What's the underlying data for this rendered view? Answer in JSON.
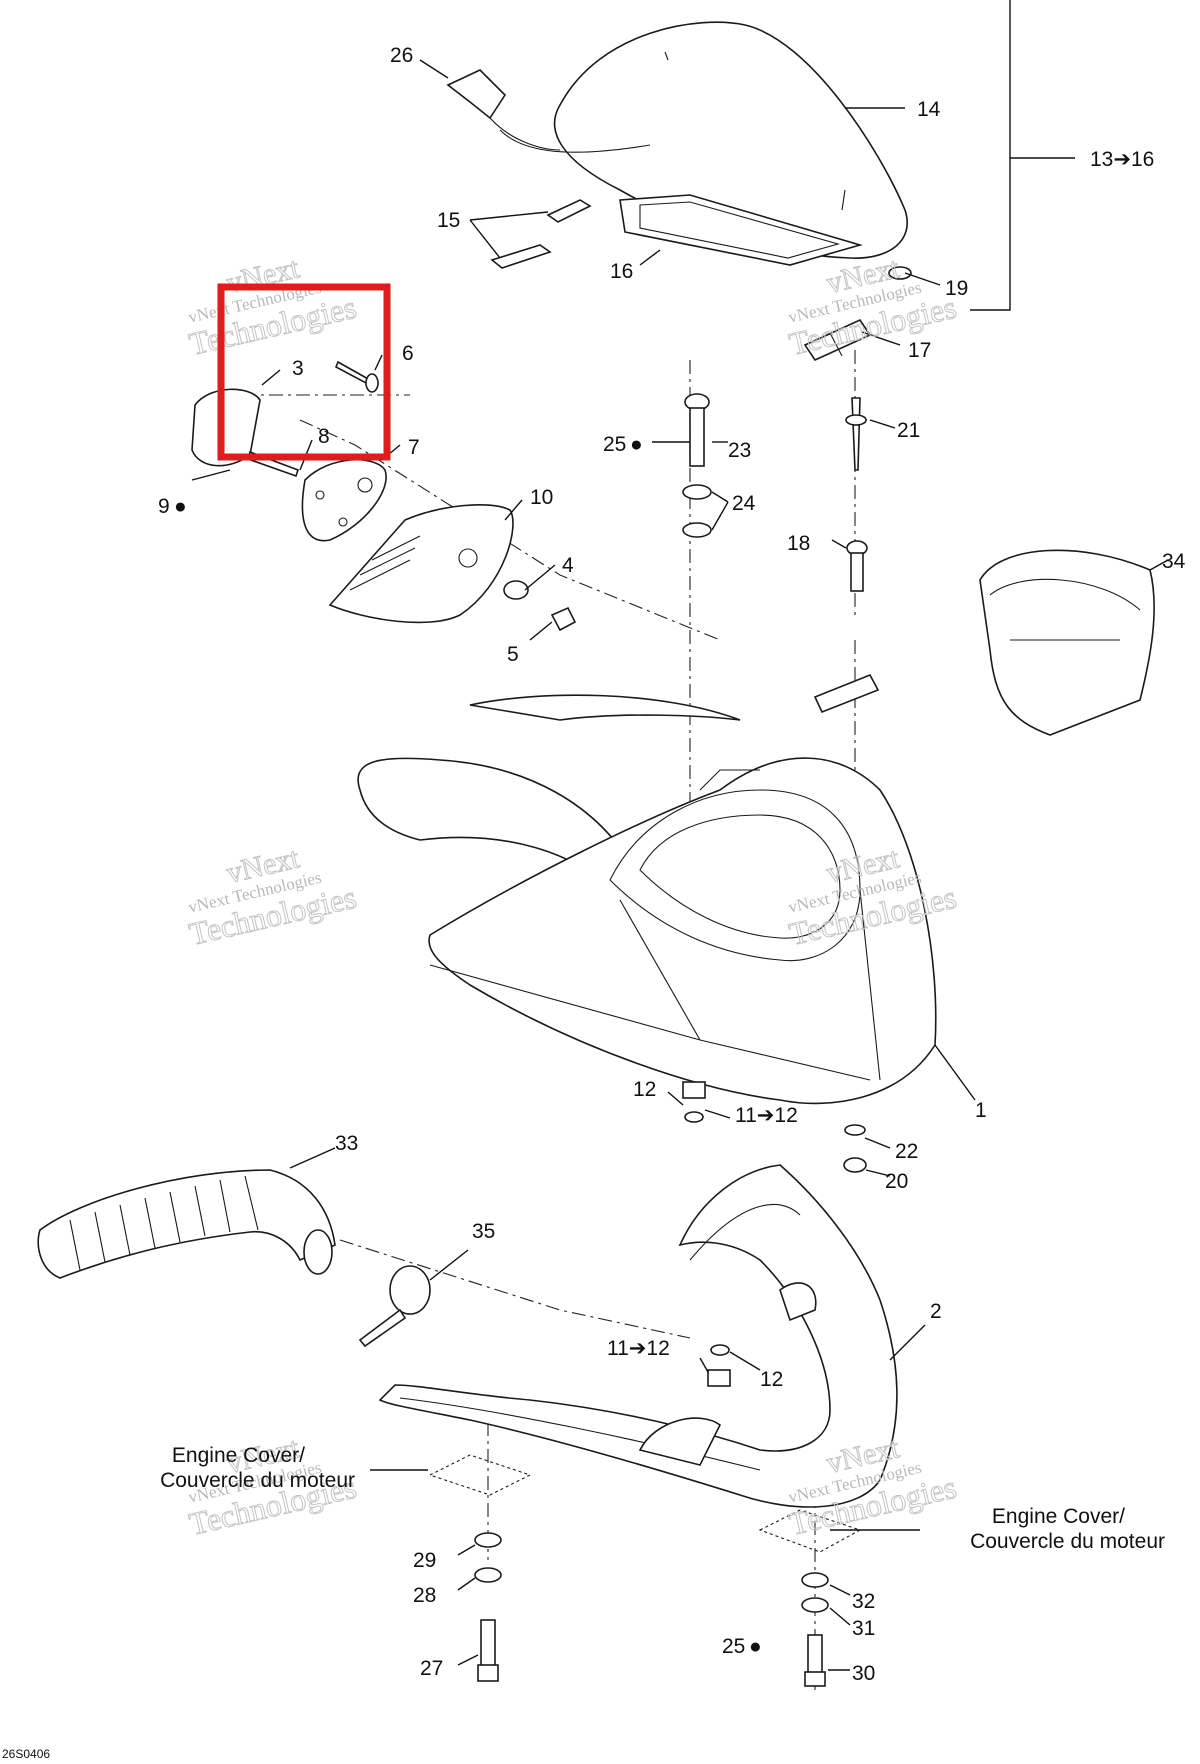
{
  "watermark": {
    "line1": "vNext",
    "line2": "vNext Technologies",
    "line3": "Technologies"
  },
  "drawing_code": "26S0406",
  "callouts": [
    {
      "id": "c26",
      "text": "26"
    },
    {
      "id": "c14",
      "text": "14"
    },
    {
      "id": "c13",
      "text": "13➔16"
    },
    {
      "id": "c15",
      "text": "15"
    },
    {
      "id": "c16",
      "text": "16"
    },
    {
      "id": "c19",
      "text": "19"
    },
    {
      "id": "c17",
      "text": "17"
    },
    {
      "id": "c3",
      "text": "3"
    },
    {
      "id": "c6",
      "text": "6"
    },
    {
      "id": "c8",
      "text": "8"
    },
    {
      "id": "c7",
      "text": "7"
    },
    {
      "id": "c9",
      "text": "9"
    },
    {
      "id": "c10",
      "text": "10"
    },
    {
      "id": "c4",
      "text": "4"
    },
    {
      "id": "c5",
      "text": "5"
    },
    {
      "id": "c25a",
      "text": "25"
    },
    {
      "id": "c23",
      "text": "23"
    },
    {
      "id": "c24",
      "text": "24"
    },
    {
      "id": "c21",
      "text": "21"
    },
    {
      "id": "c18",
      "text": "18"
    },
    {
      "id": "c34",
      "text": "34"
    },
    {
      "id": "c12a",
      "text": "12"
    },
    {
      "id": "c11a",
      "text": "11➔12"
    },
    {
      "id": "c1",
      "text": "1"
    },
    {
      "id": "c22",
      "text": "22"
    },
    {
      "id": "c20",
      "text": "20"
    },
    {
      "id": "c33",
      "text": "33"
    },
    {
      "id": "c35",
      "text": "35"
    },
    {
      "id": "c2",
      "text": "2"
    },
    {
      "id": "c11b",
      "text": "11➔12"
    },
    {
      "id": "c12b",
      "text": "12"
    },
    {
      "id": "c29",
      "text": "29"
    },
    {
      "id": "c28",
      "text": "28"
    },
    {
      "id": "c27",
      "text": "27"
    },
    {
      "id": "c25b",
      "text": "25"
    },
    {
      "id": "c32",
      "text": "32"
    },
    {
      "id": "c31",
      "text": "31"
    },
    {
      "id": "c30",
      "text": "30"
    }
  ],
  "notes": {
    "left_line1": "Engine Cover/",
    "left_line2": "Couvercle du moteur",
    "right_line1": "Engine Cover/",
    "right_line2": "Couvercle du moteur"
  },
  "highlight": {
    "color": "#e01c1c"
  }
}
